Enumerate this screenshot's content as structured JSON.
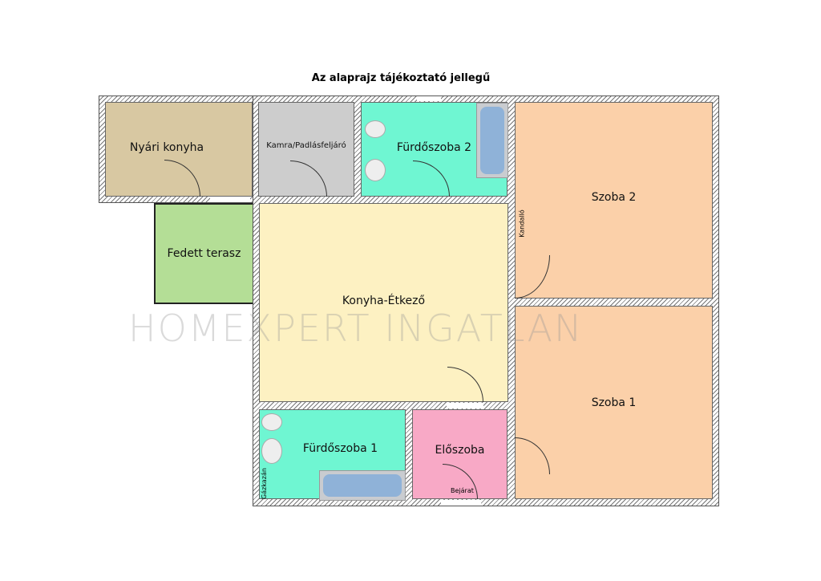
{
  "title": "Az alaprajz tájékoztató jellegű",
  "watermark": "HOMEXPERT INGATLAN",
  "rooms": {
    "nyari_konyha": "Nyári konyha",
    "kamra": "Kamra/Padlásfeljáró",
    "furdoszoba2": "Fürdőszoba 2",
    "szoba2": "Szoba 2",
    "fedett_terasz": "Fedett terasz",
    "konyha_etkezo": "Konyha-Étkező",
    "szoba1": "Szoba 1",
    "furdoszoba1": "Fürdőszoba 1",
    "eloszoba": "Előszoba"
  },
  "labels": {
    "kandallo": "Kandalló",
    "gazkazan": "Gázkazán",
    "bejarat": "Bejárat"
  },
  "colors": {
    "nyari_konyha": "#d8c8a2",
    "kamra": "#cdcdcd",
    "bathroom": "#6ff6d2",
    "szoba": "#fbd0a9",
    "terasz": "#b4de96",
    "konyha": "#fdf1c2",
    "eloszoba": "#f8a9c6"
  }
}
